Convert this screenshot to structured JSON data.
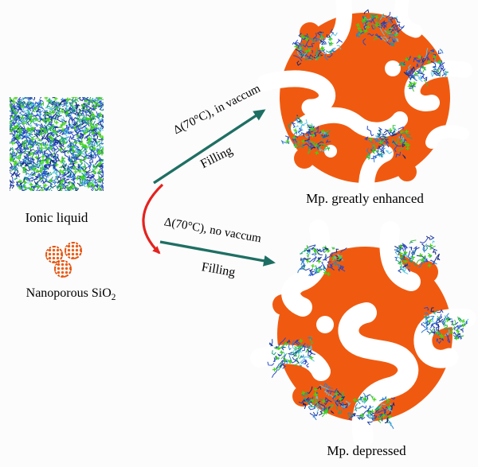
{
  "materials": {
    "ionic_liquid_label": "Ionic liquid",
    "nanoporous_prefix": "Nanoporous SiO",
    "nanoporous_sub": "2"
  },
  "pathways": {
    "top": {
      "condition": "Δ(70°C), in vaccum",
      "action": "Filling",
      "result": "Mp. greatly enhanced"
    },
    "bottom": {
      "condition": "Δ(70°C), no vaccum",
      "action": "Filling",
      "result": "Mp. depressed"
    }
  },
  "colors": {
    "background": "#fcfcfc",
    "silica_orange": "#f05a10",
    "arrow_teal": "#1e6f63",
    "combine_arrow_red": "#e42320",
    "cross_green": "#3fd613",
    "molecule_palette": [
      "#2b49c8",
      "#1c3fae",
      "#2f7fd0",
      "#18a47c",
      "#14297e",
      "#3bbf3a",
      "#59c8e8",
      "#2b49c8"
    ]
  }
}
